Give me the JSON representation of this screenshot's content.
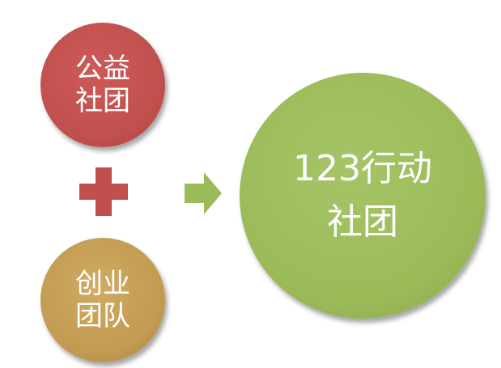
{
  "diagram": {
    "circle_top": {
      "line1": "公益",
      "line2": "社团",
      "color": "#c0504d"
    },
    "circle_bottom": {
      "line1": "创业",
      "line2": "团队",
      "color": "#c29a52"
    },
    "circle_result": {
      "line1": "123行动",
      "line2": "社团",
      "color": "#9bbb59"
    },
    "operator_icon": "plus-icon",
    "operator_color": "#c0504d",
    "result_icon": "arrow-right-icon",
    "arrow_color": "#9bbb59"
  }
}
